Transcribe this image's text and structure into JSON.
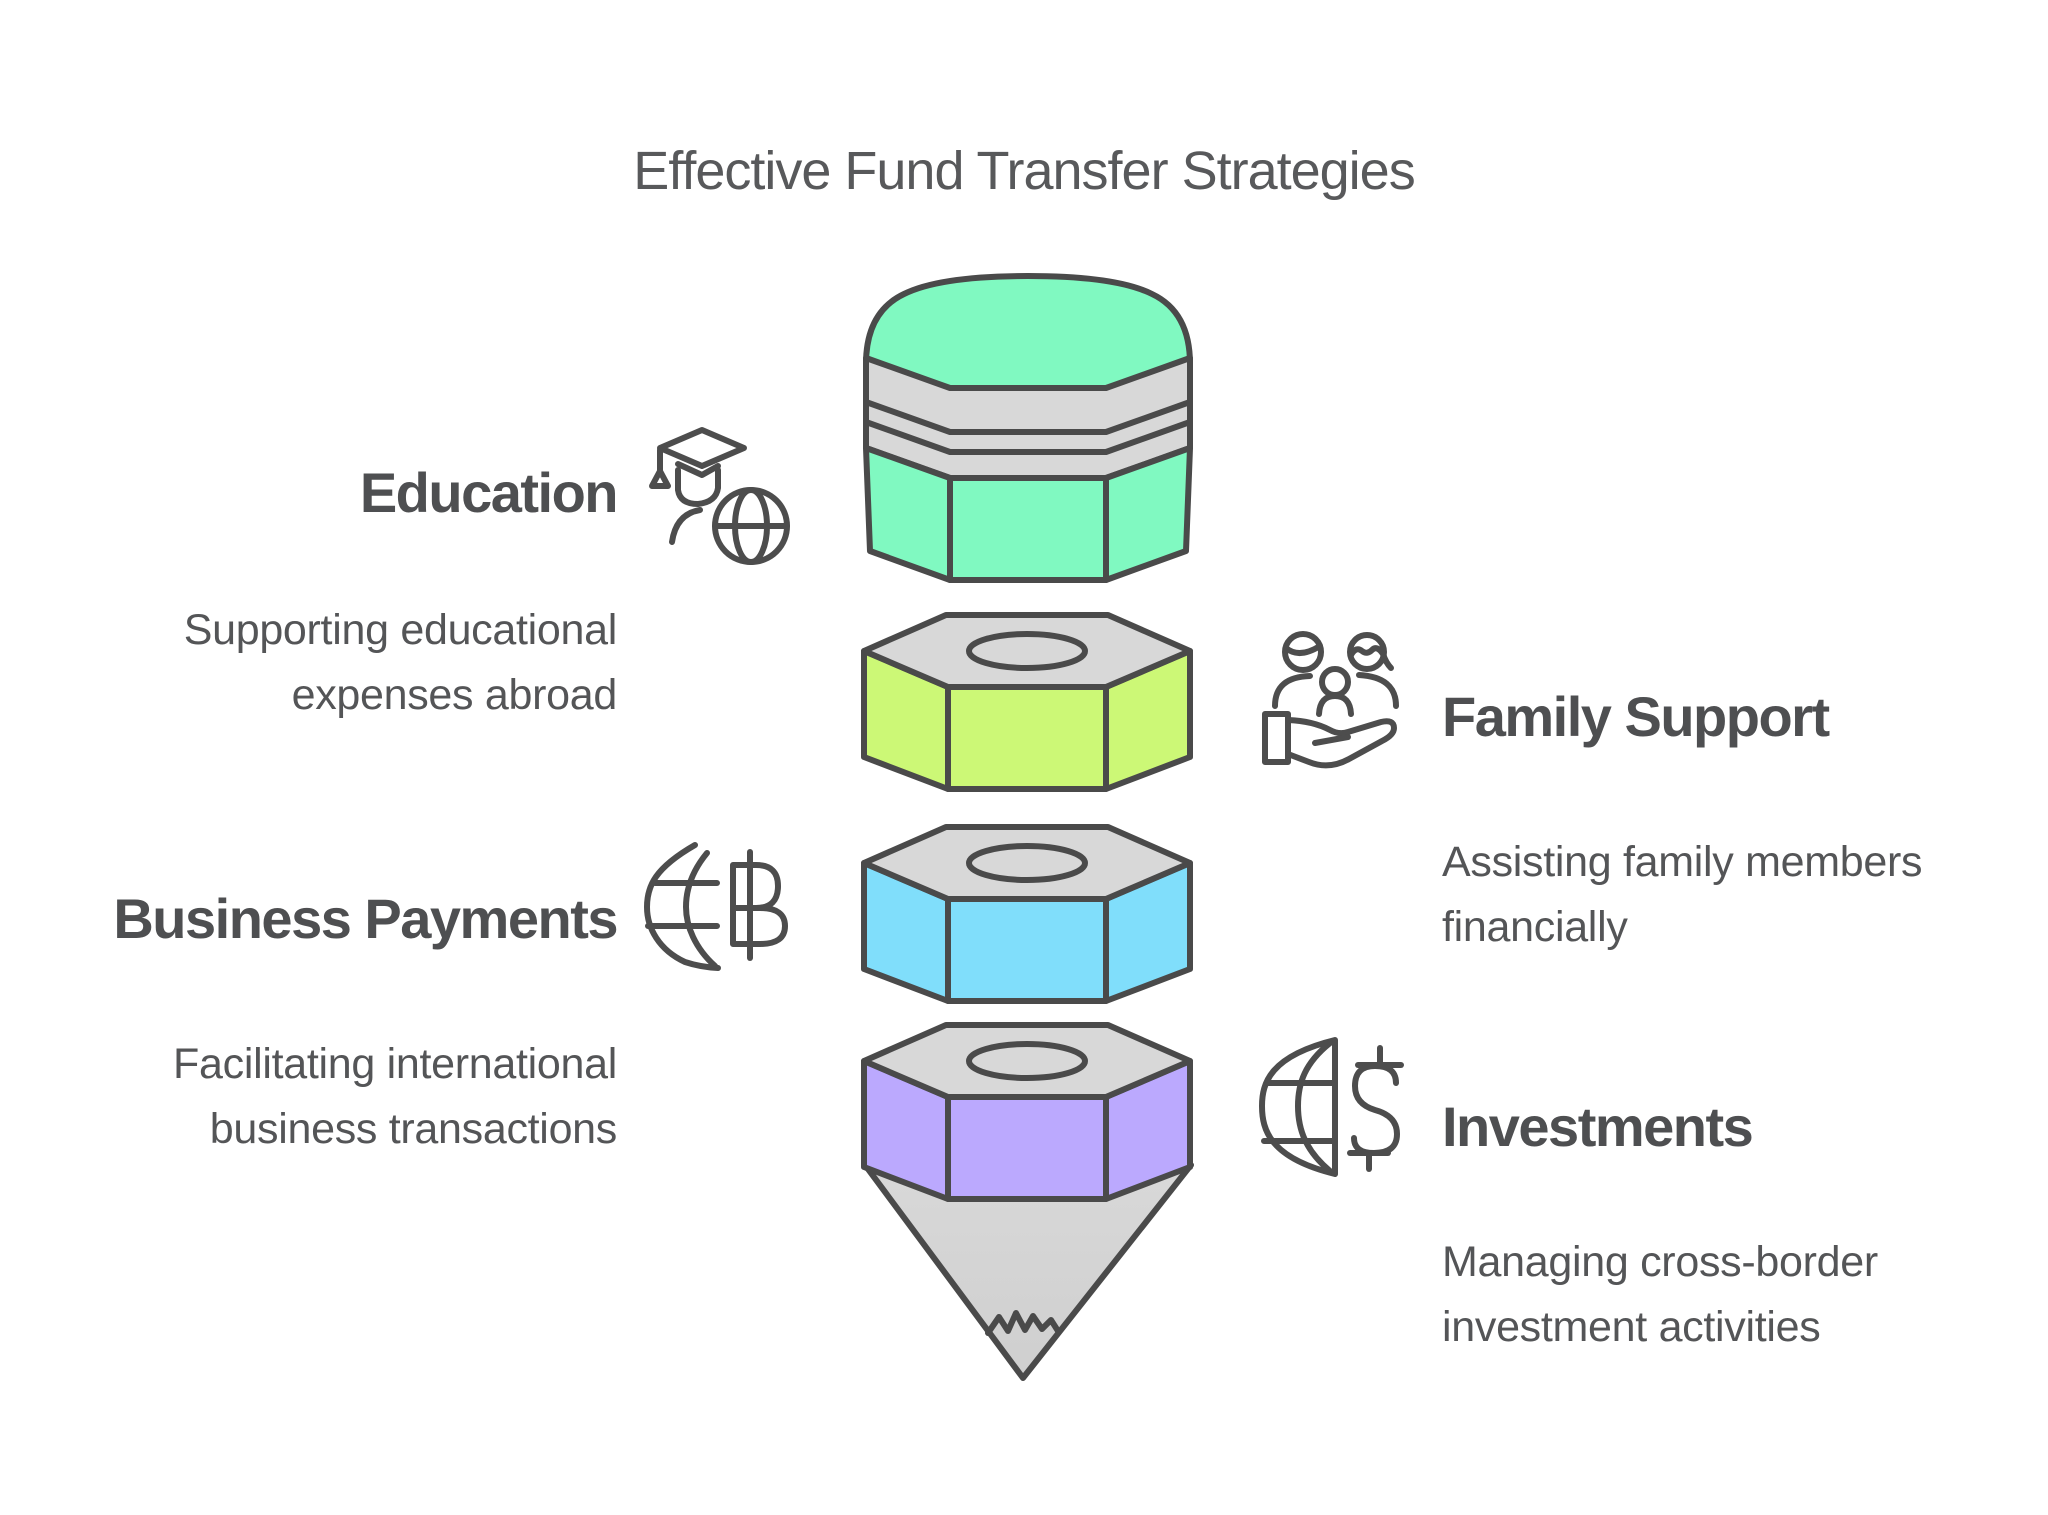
{
  "title": "Effective Fund Transfer Strategies",
  "palette": {
    "background": "#FFFFFF",
    "outline": "#4A4A4A",
    "icon_stroke": "#4D4D4D",
    "hardware_gray": "#D8D8D8",
    "cone_gray_top": "#DADADA",
    "cone_gray_bottom": "#CFCFCF",
    "title_color": "#58595B",
    "heading_color": "#4E4F51",
    "description_color": "#545557"
  },
  "sections": {
    "education": {
      "label": "Education",
      "desc1": "Supporting educational",
      "desc2": "expenses abroad",
      "color": "#80F9C1",
      "icon": "graduation-cap-globe-icon",
      "side": "left"
    },
    "family_support": {
      "label": "Family Support",
      "desc1": "Assisting family members",
      "desc2": "financially",
      "color": "#CCF876",
      "icon": "hand-holding-family-icon",
      "side": "right"
    },
    "business_payments": {
      "label": "Business Payments",
      "desc1": "Facilitating international",
      "desc2": "business transactions",
      "color": "#80DEFB",
      "icon": "globe-baht-icon",
      "side": "left"
    },
    "investments": {
      "label": "Investments",
      "desc1": "Managing cross-border",
      "desc2": "investment activities",
      "color": "#BBA9FE",
      "icon": "globe-dollar-icon",
      "side": "right"
    }
  }
}
